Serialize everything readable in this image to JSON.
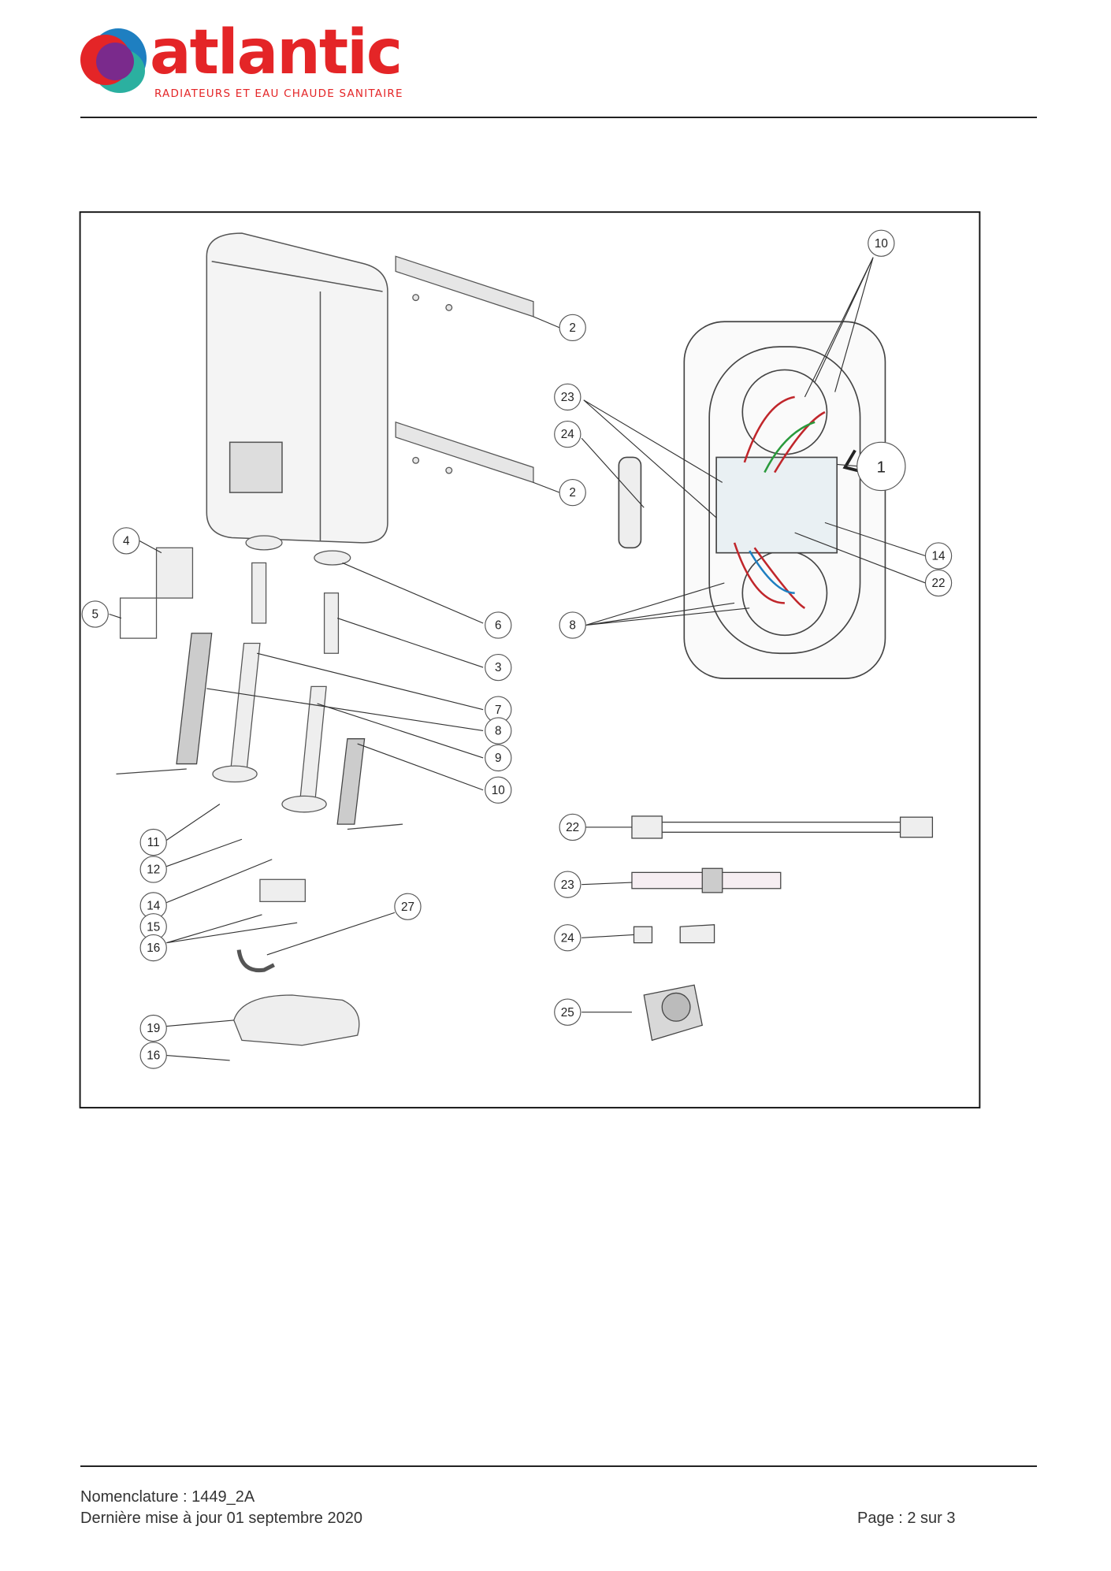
{
  "header": {
    "brand": "atlantic",
    "tagline": "RADIATEURS ET EAU CHAUDE SANITAIRE",
    "colors": {
      "brand_red": "#e42527",
      "blue": "#1e7fc1",
      "teal": "#2bb0a0",
      "purple": "#7a2a8c"
    }
  },
  "diagram": {
    "callouts": [
      "10",
      "2",
      "23",
      "24",
      "1",
      "2",
      "4",
      "14",
      "22",
      "5",
      "6",
      "8",
      "3",
      "7",
      "8",
      "9",
      "10",
      "11",
      "22",
      "12",
      "23",
      "27",
      "14",
      "15",
      "16",
      "24",
      "25",
      "19",
      "16"
    ]
  },
  "footer": {
    "nomenclature": "Nomenclature : 1449_2A",
    "updated": "Dernière mise à jour 01 septembre 2020",
    "page": "Page : 2 sur 3"
  }
}
